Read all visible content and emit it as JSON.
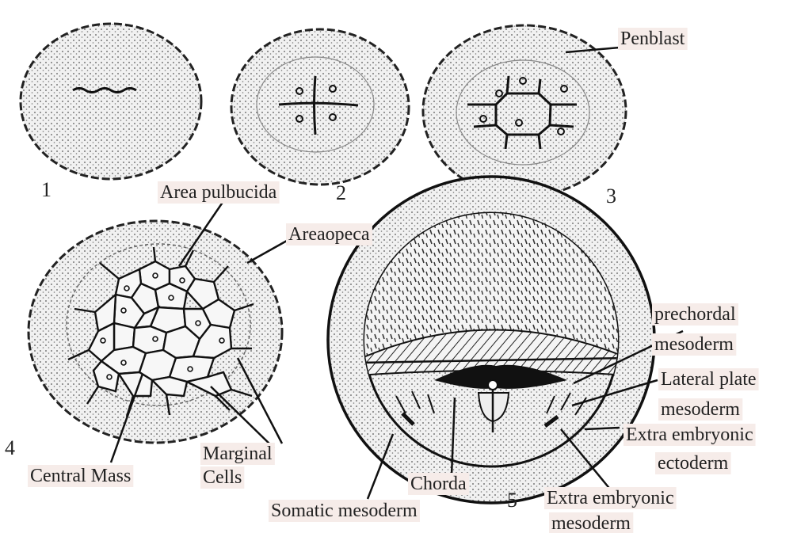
{
  "figure": {
    "stage_numbers": [
      "1",
      "2",
      "3",
      "4",
      "5"
    ],
    "labels": {
      "periblast": "Penblast",
      "area_pellucida": "Area pulbucida",
      "area_opaca": "Areaopeca",
      "central_mass": "Central Mass",
      "marginal_cells_1": "Marginal",
      "marginal_cells_2": "Cells",
      "prechordal_1": "prechordal",
      "prechordal_2": "mesoderm",
      "lateral_plate_1": "Lateral plate",
      "lateral_plate_2": "mesoderm",
      "extra_ecto_1": "Extra embryonic",
      "extra_ecto_2": "ectoderm",
      "chorda": "Chorda",
      "somatic": "Somatic mesoderm",
      "extra_meso_1": "Extra embryonic",
      "extra_meso_2": "mesoderm"
    },
    "colors": {
      "ink": "#222222",
      "label_background": "#f6ece9",
      "disc_fill": "#eeeeee"
    }
  }
}
